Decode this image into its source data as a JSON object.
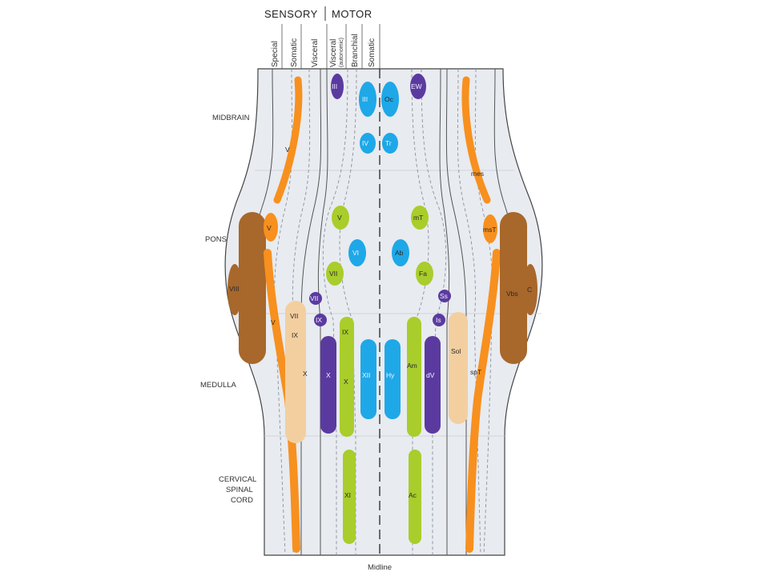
{
  "headers": {
    "sensory": "SENSORY",
    "motor": "MOTOR"
  },
  "columns": {
    "special": "Special",
    "somatic_sensory": "Somatic",
    "visceral_sensory": "Visceral",
    "visceral_motor": "Visceral",
    "visceral_motor_sub": "(autonomic)",
    "branchial": "Branchial",
    "somatic_motor": "Somatic"
  },
  "regions": {
    "midbrain": "MIDBRAIN",
    "pons": "PONS",
    "medulla": "MEDULLA",
    "cervical_1": "CERVICAL",
    "cervical_2": "SPINAL",
    "cervical_3": "CORD"
  },
  "midline": "Midline",
  "colors": {
    "orange": "#f7901e",
    "brown": "#a8672b",
    "tan": "#f3cfa0",
    "purple": "#5b3aa0",
    "blue": "#1ea8e8",
    "green": "#a9cd2b",
    "background": "#e8ebf0"
  },
  "nuclei": {
    "left": {
      "III_visc": "III",
      "III_som": "III",
      "IV": "IV",
      "V_mes": "V",
      "V_main": "V",
      "V_spinal": "V",
      "VIII": "VIII",
      "V_motor": "V",
      "VI": "VI",
      "VII_motor": "VII",
      "VII_ss": "VII",
      "IX_is": "IX",
      "VII_sol": "VII",
      "IX_sol": "IX",
      "X_sol": "X",
      "X_dorsal": "X",
      "IX_amb": "IX",
      "X_amb": "X",
      "XII": "XII",
      "XI": "XI"
    },
    "right": {
      "EW": "EW",
      "Oc": "Oc",
      "Tr": "Tr",
      "mes": "mes",
      "msT": "msT",
      "spT": "spT",
      "Vbs": "Vbs",
      "C": "C",
      "mT": "mT",
      "Ab": "Ab",
      "Fa": "Fa",
      "Ss": "Ss",
      "Is": "Is",
      "Sol": "Sol",
      "dV": "dV",
      "Am": "Am",
      "Hy": "Hy",
      "Ac": "Ac"
    }
  }
}
